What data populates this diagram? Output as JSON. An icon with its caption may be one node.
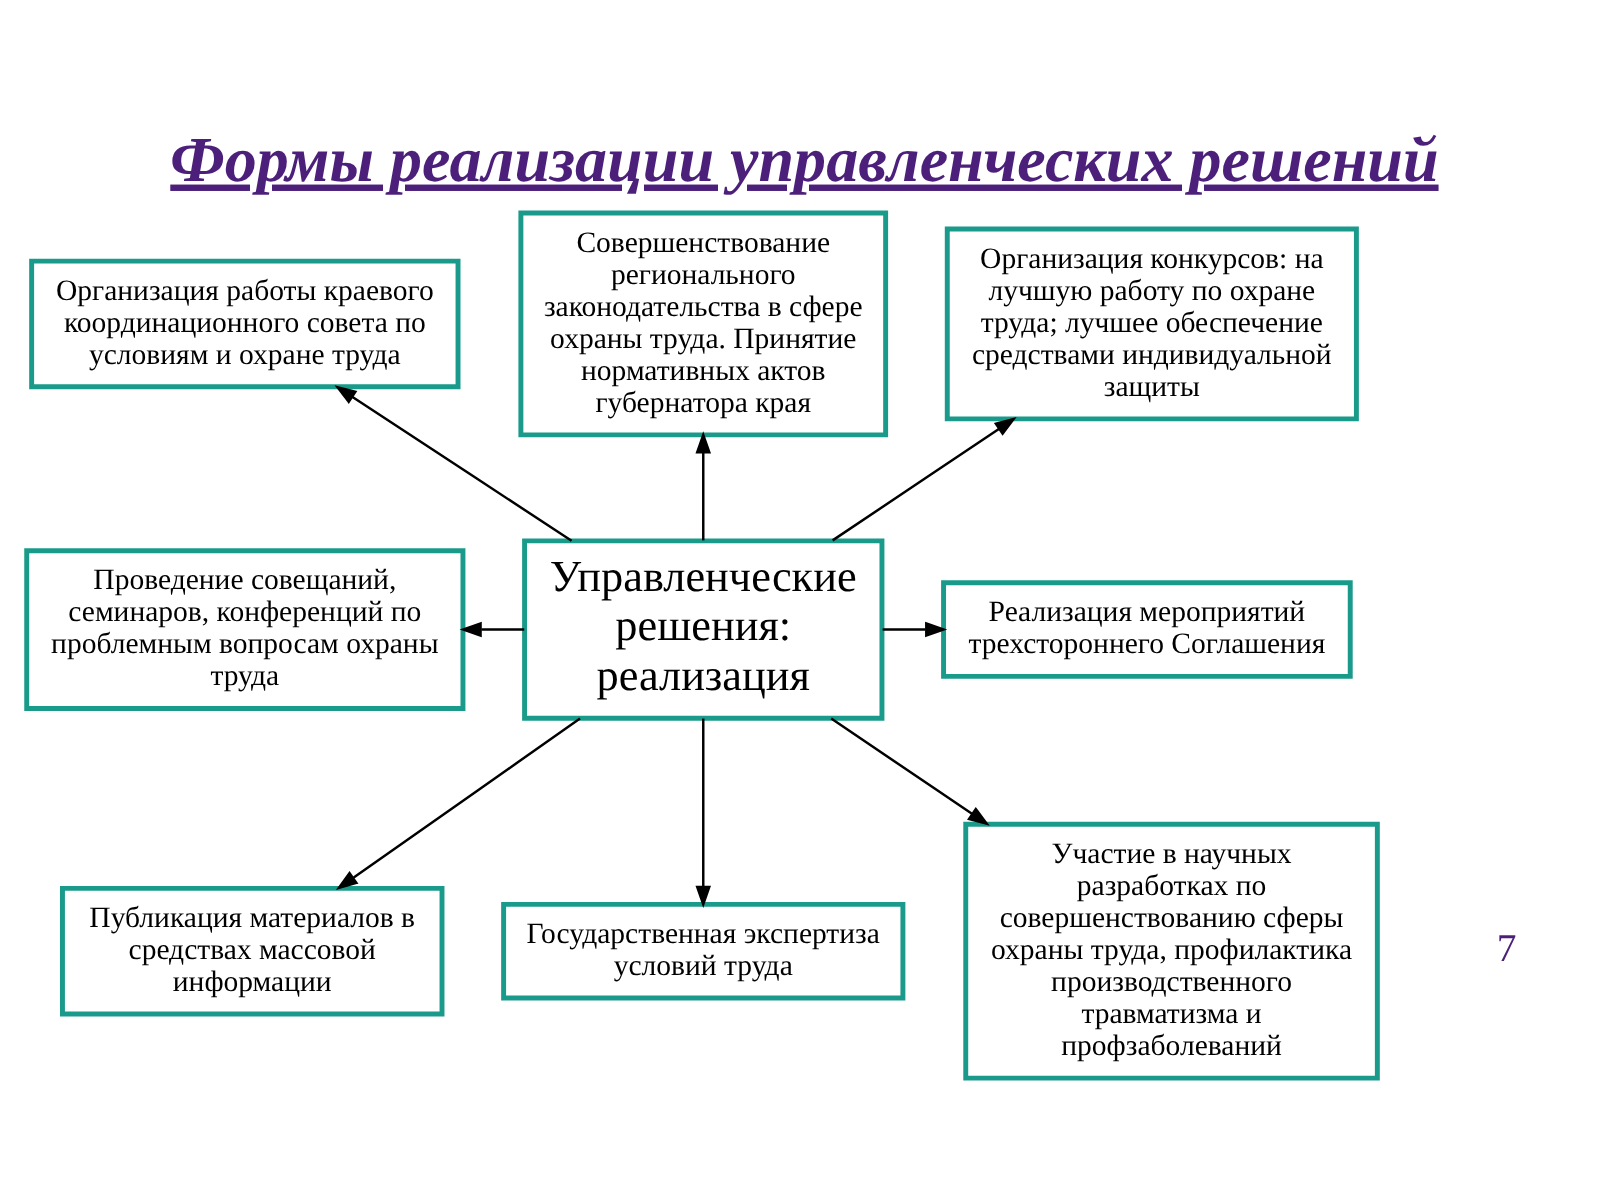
{
  "diagram": {
    "title": "Формы реализации управленческих решений",
    "nodes": [
      {
        "text": [
          "Организация работы краевого координационного совета по условиям и охране труда"
        ]
      },
      {
        "text": [
          "Совершенствование регионального законодательства в сфере охраны труда. Принятие нормативных актов губернатора края"
        ]
      },
      {
        "text": [
          "Организация конкурсов: на лучшую работу по охране труда; лучшее обеспечение средствами индивидуальной защиты"
        ]
      },
      {
        "text": [
          "Проведение совещаний, семинаров, конференций по проблемным вопросам охраны труда"
        ]
      },
      {
        "text": [
          "Управленческие решения: реализация"
        ]
      },
      {
        "text": [
          "Реализация мероприятий трехстороннего Соглашения"
        ]
      },
      {
        "text": [
          "Публикация материалов в средствах массовой информации"
        ]
      },
      {
        "text": [
          "Государственная экспертиза условий труда"
        ]
      },
      {
        "text": [
          "Участие в научных разработках по совершенствованию сферы охраны труда, профилактика производственного травматизма и профзаболеваний"
        ]
      }
    ],
    "edges": [
      {
        "from": 4,
        "to": 0,
        "arrow": "to"
      },
      {
        "from": 4,
        "to": 1,
        "arrow": "to"
      },
      {
        "from": 4,
        "to": 2,
        "arrow": "to"
      },
      {
        "from": 4,
        "to": 3,
        "arrow": "to"
      },
      {
        "from": 4,
        "to": 5,
        "arrow": "to"
      },
      {
        "from": 4,
        "to": 6,
        "arrow": "to"
      },
      {
        "from": 4,
        "to": 7,
        "arrow": "to"
      },
      {
        "from": 4,
        "to": 8,
        "arrow": "to"
      }
    ],
    "labels": [
      "7"
    ]
  }
}
